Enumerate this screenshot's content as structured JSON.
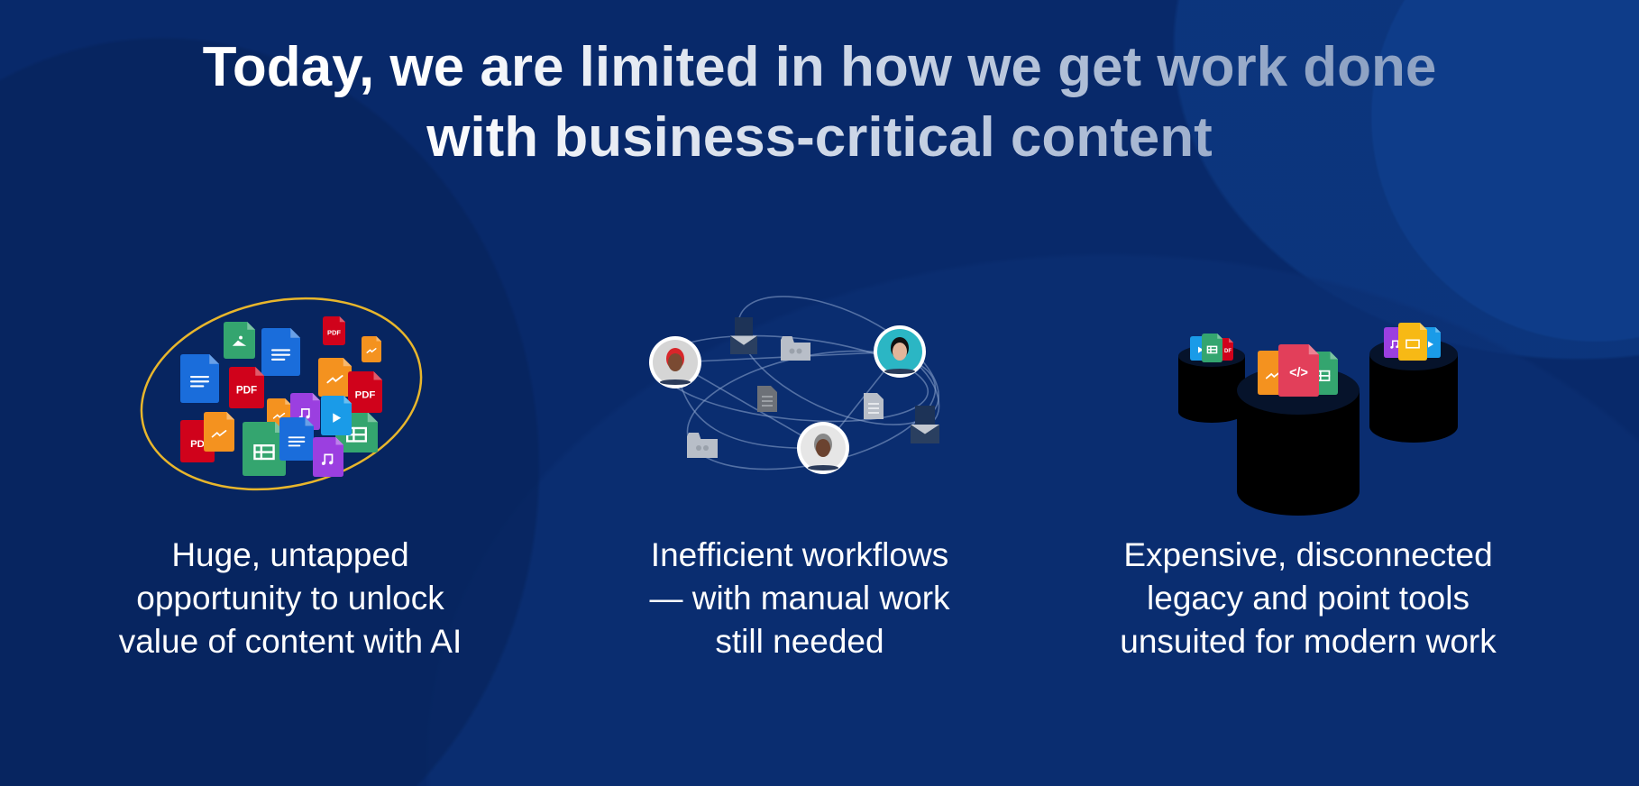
{
  "slide": {
    "title_line1": "Today, we are limited in how we get work done",
    "title_line2": "with business-critical content",
    "columns": [
      {
        "caption": [
          "Huge, untapped",
          "opportunity to unlock",
          "value of content with AI"
        ],
        "icon": "scattered-files-illustration"
      },
      {
        "caption": [
          "Inefficient workflows",
          "— with manual work",
          "still needed"
        ],
        "icon": "workflow-network-illustration"
      },
      {
        "caption": [
          "Expensive, disconnected",
          "legacy and point tools",
          "unsuited for modern work"
        ],
        "icon": "siloed-tools-illustration"
      }
    ],
    "file_labels": {
      "pdf": "PDF",
      "pd": "PD",
      "df": "DF"
    }
  },
  "colors": {
    "background": "#08296a",
    "accent_ring": "#e8b62c",
    "doc_blue": "#1a6ddb",
    "pdf_red": "#d0021b",
    "chart_orange": "#f4921f",
    "sheet_green": "#34a56f",
    "music_purple": "#9b3fe0",
    "video_blue": "#1a9be8",
    "code_red": "#e23f5a",
    "slides_yellow": "#f7b915"
  }
}
